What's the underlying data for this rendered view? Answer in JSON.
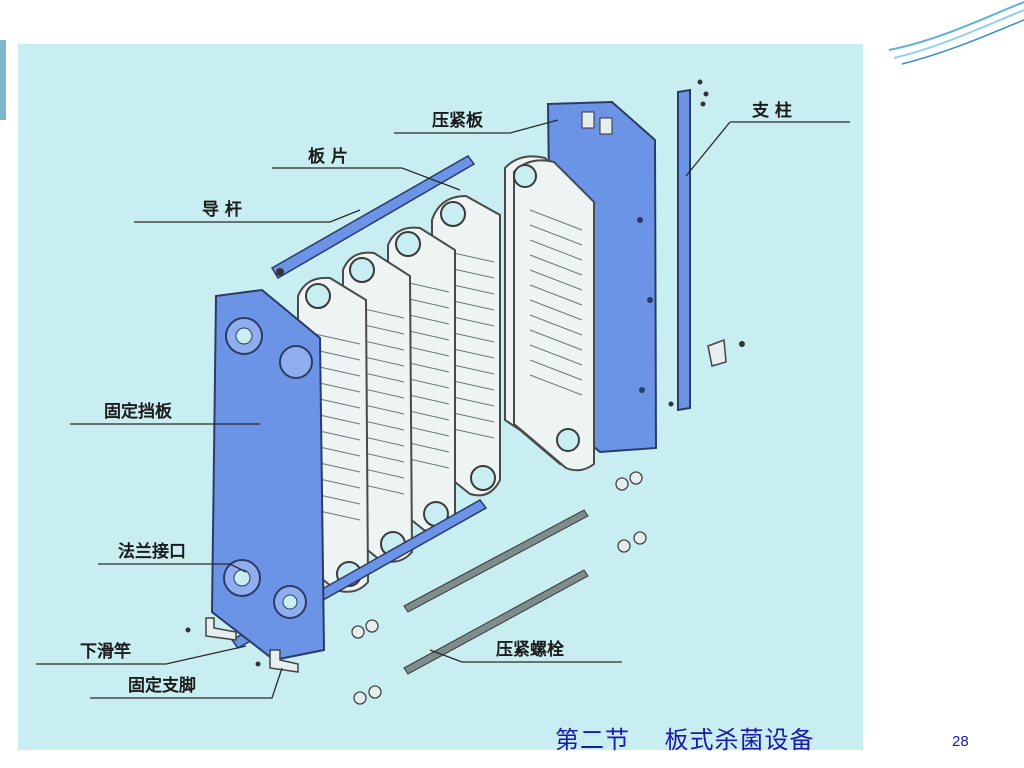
{
  "labels": {
    "compression_plate": "压紧板",
    "support_column": "支  柱",
    "plates": "板  片",
    "guide_bar": "导    杆",
    "fixed_frame": "固定挡板",
    "flange_port": "法兰接口",
    "lower_bar": "下滑竿",
    "fixed_feet": "固定支脚",
    "clamping_bolt": "压紧螺栓"
  },
  "footer": {
    "title": "第二节    板式杀菌设备",
    "page_number": "28"
  },
  "colors": {
    "panel_background": "#c8eef2",
    "plate_blue": "#6b93e6",
    "title_text": "#1a1aa8"
  }
}
